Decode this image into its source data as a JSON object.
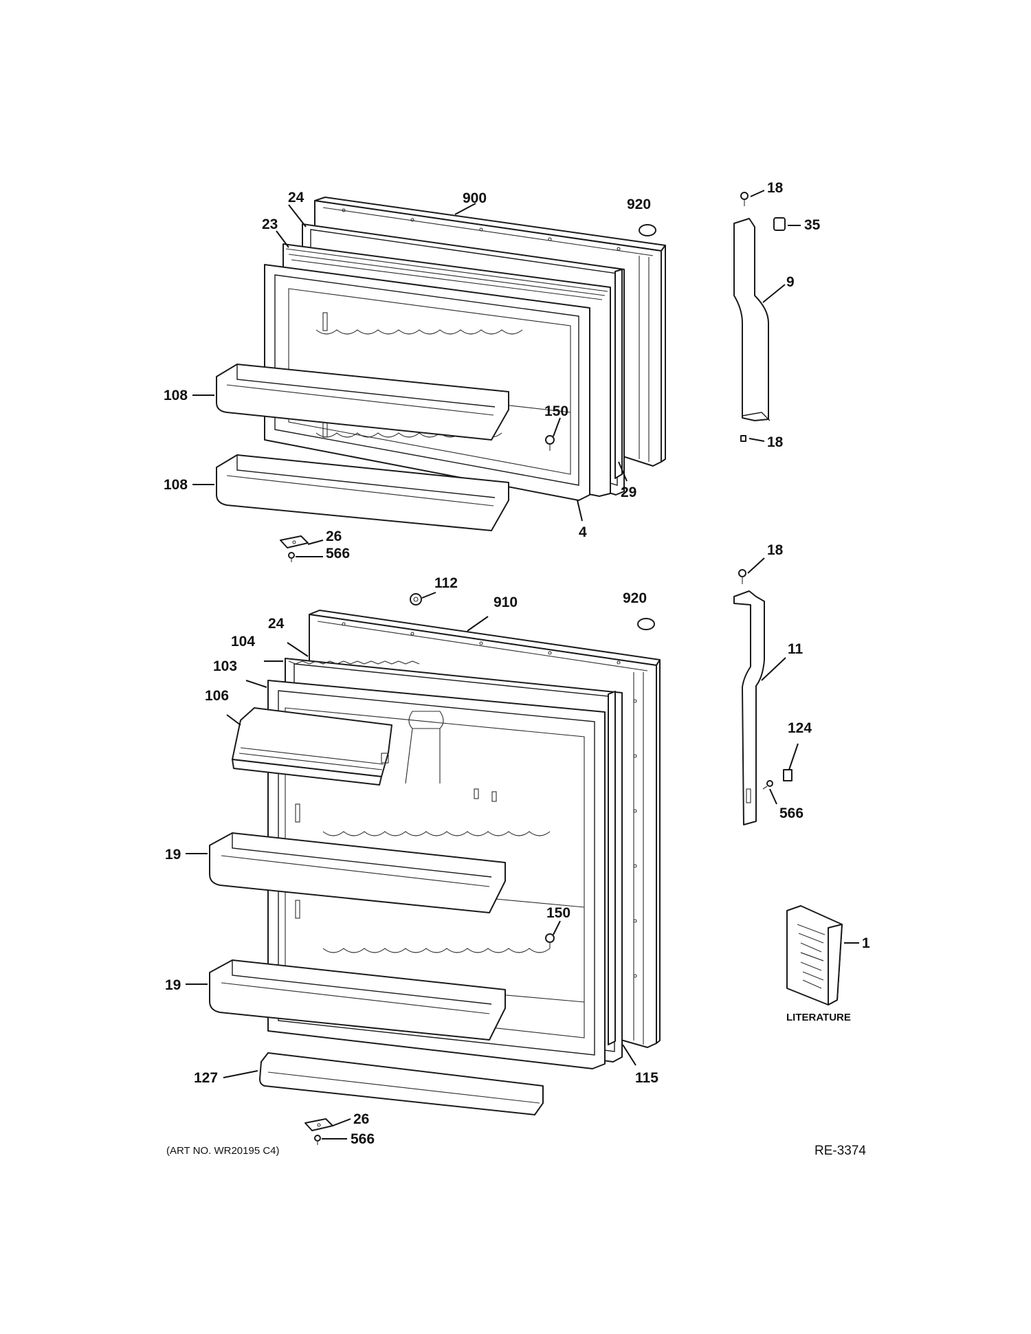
{
  "diagram": {
    "art_number": "(ART NO. WR20195 C4)",
    "reference": "RE-3374",
    "literature_label": "LITERATURE",
    "callouts": {
      "upper_door_frame": "900",
      "upper_plug_top": "920",
      "upper_gasket_top": "24",
      "upper_panel_gasket": "23",
      "upper_handle_screw_top": "18",
      "upper_handle_cap": "35",
      "upper_handle": "9",
      "upper_shelf_1": "108",
      "upper_shelf_2": "108",
      "upper_plug_150": "150",
      "upper_handle_screw_bottom": "18",
      "upper_door_liner": "29",
      "upper_inner_liner": "4",
      "upper_hinge": "26",
      "upper_hinge_screw": "566",
      "lower_handle_screw_top": "18",
      "lower_stop_112": "112",
      "lower_door_frame": "910",
      "lower_plug_top": "920",
      "lower_gasket_top": "24",
      "lower_gasket_104": "104",
      "lower_panel_103": "103",
      "dairy_door": "106",
      "lower_handle": "11",
      "handle_clip": "124",
      "handle_clip_screw": "566",
      "lower_shelf_1": "19",
      "lower_plug_150": "150",
      "literature": "1",
      "lower_shelf_2": "19",
      "kickplate_shelf": "127",
      "lower_liner_115": "115",
      "lower_hinge": "26",
      "lower_hinge_screw": "566"
    }
  }
}
